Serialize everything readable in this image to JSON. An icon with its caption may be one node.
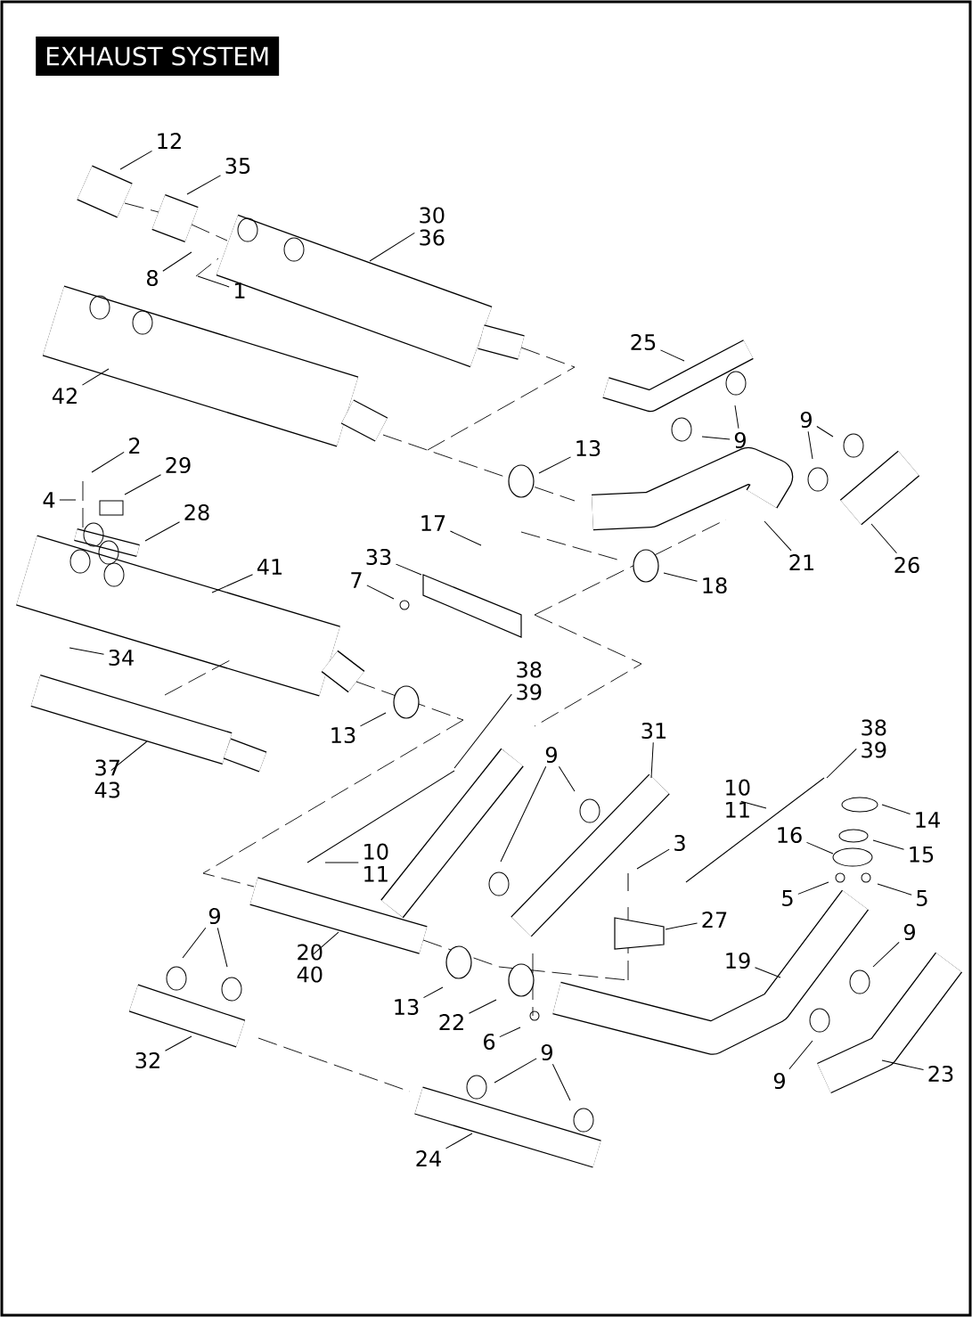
{
  "diagram": {
    "title": "EXHAUST SYSTEM",
    "nodes": [
      {
        "text": [
          "12"
        ]
      },
      {
        "text": [
          "35"
        ]
      },
      {
        "text": [
          "30 36"
        ]
      },
      {
        "text": [
          "8"
        ]
      },
      {
        "text": [
          "1"
        ]
      },
      {
        "text": [
          "25"
        ]
      },
      {
        "text": [
          "42"
        ]
      },
      {
        "text": [
          "9"
        ]
      },
      {
        "text": [
          "9"
        ]
      },
      {
        "text": [
          "2"
        ]
      },
      {
        "text": [
          "13"
        ]
      },
      {
        "text": [
          "29"
        ]
      },
      {
        "text": [
          "4"
        ]
      },
      {
        "text": [
          "28"
        ]
      },
      {
        "text": [
          "17"
        ]
      },
      {
        "text": [
          "33"
        ]
      },
      {
        "text": [
          "21"
        ]
      },
      {
        "text": [
          "26"
        ]
      },
      {
        "text": [
          "41"
        ]
      },
      {
        "text": [
          "7"
        ]
      },
      {
        "text": [
          "18"
        ]
      },
      {
        "text": [
          "34"
        ]
      },
      {
        "text": [
          "38 39"
        ]
      },
      {
        "text": [
          "31"
        ]
      },
      {
        "text": [
          "38 39"
        ]
      },
      {
        "text": [
          "13"
        ]
      },
      {
        "text": [
          "9"
        ]
      },
      {
        "text": [
          "37 43"
        ]
      },
      {
        "text": [
          "10 11"
        ]
      },
      {
        "text": [
          "14"
        ]
      },
      {
        "text": [
          "16"
        ]
      },
      {
        "text": [
          "3"
        ]
      },
      {
        "text": [
          "10 11"
        ]
      },
      {
        "text": [
          "15"
        ]
      },
      {
        "text": [
          "5"
        ]
      },
      {
        "text": [
          "5"
        ]
      },
      {
        "text": [
          "9"
        ]
      },
      {
        "text": [
          "27"
        ]
      },
      {
        "text": [
          "9"
        ]
      },
      {
        "text": [
          "19"
        ]
      },
      {
        "text": [
          "20 40"
        ]
      },
      {
        "text": [
          "13"
        ]
      },
      {
        "text": [
          "22"
        ]
      },
      {
        "text": [
          "6"
        ]
      },
      {
        "text": [
          "9"
        ]
      },
      {
        "text": [
          "32"
        ]
      },
      {
        "text": [
          "9"
        ]
      },
      {
        "text": [
          "23"
        ]
      },
      {
        "text": [
          "24"
        ]
      }
    ],
    "edges": [
      {
        "from": 0,
        "to": null,
        "arrow": "none"
      },
      {
        "from": 1,
        "to": null,
        "arrow": "none"
      },
      {
        "from": 2,
        "to": null,
        "arrow": "none"
      },
      {
        "from": 3,
        "to": null,
        "arrow": "none"
      },
      {
        "from": 4,
        "to": null,
        "arrow": "none"
      },
      {
        "from": 5,
        "to": null,
        "arrow": "none"
      },
      {
        "from": 6,
        "to": null,
        "arrow": "none"
      },
      {
        "from": 7,
        "to": null,
        "arrow": "none"
      },
      {
        "from": 7,
        "to": null,
        "arrow": "none"
      },
      {
        "from": 8,
        "to": null,
        "arrow": "none"
      },
      {
        "from": 8,
        "to": null,
        "arrow": "none"
      },
      {
        "from": 9,
        "to": null,
        "arrow": "none"
      },
      {
        "from": 10,
        "to": null,
        "arrow": "none"
      },
      {
        "from": 11,
        "to": null,
        "arrow": "none"
      },
      {
        "from": 12,
        "to": null,
        "arrow": "none"
      },
      {
        "from": 13,
        "to": null,
        "arrow": "none"
      },
      {
        "from": 14,
        "to": null,
        "arrow": "none"
      },
      {
        "from": 15,
        "to": null,
        "arrow": "none"
      },
      {
        "from": 16,
        "to": null,
        "arrow": "none"
      },
      {
        "from": 17,
        "to": null,
        "arrow": "none"
      },
      {
        "from": 18,
        "to": null,
        "arrow": "none"
      },
      {
        "from": 19,
        "to": null,
        "arrow": "none"
      },
      {
        "from": 20,
        "to": null,
        "arrow": "none"
      },
      {
        "from": 21,
        "to": null,
        "arrow": "none"
      },
      {
        "from": 22,
        "to": null,
        "arrow": "none"
      },
      {
        "from": 23,
        "to": null,
        "arrow": "none"
      },
      {
        "from": 24,
        "to": null,
        "arrow": "none"
      },
      {
        "from": 25,
        "to": null,
        "arrow": "none"
      },
      {
        "from": 26,
        "to": null,
        "arrow": "none"
      },
      {
        "from": 26,
        "to": null,
        "arrow": "none"
      },
      {
        "from": 27,
        "to": null,
        "arrow": "none"
      },
      {
        "from": 28,
        "to": null,
        "arrow": "none"
      },
      {
        "from": 29,
        "to": null,
        "arrow": "none"
      },
      {
        "from": 30,
        "to": null,
        "arrow": "none"
      },
      {
        "from": 31,
        "to": null,
        "arrow": "none"
      },
      {
        "from": 32,
        "to": null,
        "arrow": "none"
      },
      {
        "from": 33,
        "to": null,
        "arrow": "none"
      },
      {
        "from": 34,
        "to": null,
        "arrow": "none"
      },
      {
        "from": 35,
        "to": null,
        "arrow": "none"
      },
      {
        "from": 36,
        "to": null,
        "arrow": "none"
      },
      {
        "from": 36,
        "to": null,
        "arrow": "none"
      },
      {
        "from": 37,
        "to": null,
        "arrow": "none"
      },
      {
        "from": 38,
        "to": null,
        "arrow": "none"
      },
      {
        "from": 39,
        "to": null,
        "arrow": "none"
      },
      {
        "from": 40,
        "to": null,
        "arrow": "none"
      },
      {
        "from": 41,
        "to": null,
        "arrow": "none"
      },
      {
        "from": 42,
        "to": null,
        "arrow": "none"
      },
      {
        "from": 43,
        "to": null,
        "arrow": "none"
      },
      {
        "from": 44,
        "to": null,
        "arrow": "none"
      },
      {
        "from": 44,
        "to": null,
        "arrow": "none"
      },
      {
        "from": 45,
        "to": null,
        "arrow": "none"
      },
      {
        "from": 46,
        "to": null,
        "arrow": "none"
      },
      {
        "from": 47,
        "to": null,
        "arrow": "none"
      },
      {
        "from": 48,
        "to": null,
        "arrow": "none"
      }
    ]
  }
}
